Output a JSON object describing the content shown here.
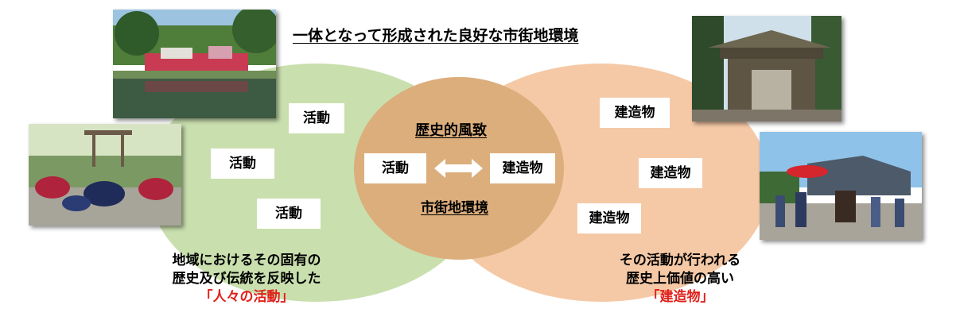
{
  "title": "一体となって形成された良好な市街地環境",
  "left_circle": {
    "color": "#c9dfae",
    "labels": [
      "活動",
      "活動",
      "活動"
    ],
    "caption": {
      "line1": "地域におけるその固有の",
      "line2": "歴史及び伝統を反映した",
      "line3": "「人々の活動」"
    }
  },
  "right_circle": {
    "color": "#f5c9a6",
    "labels": [
      "建造物",
      "建造物",
      "建造物"
    ],
    "caption": {
      "line1": "その活動が行われる",
      "line2": "歴史上価値の高い",
      "line3": "「建造物」"
    }
  },
  "center": {
    "color": "#dcae7c",
    "title": "歴史的風致",
    "left_label": "活動",
    "right_label": "建造物",
    "subtitle": "市街地環境"
  },
  "highlight_color": "#e0201a",
  "photos": {
    "top_left": "festival-pond-photo",
    "left": "festival-dance-photo",
    "top_right": "shrine-gate-photo",
    "right": "procession-photo"
  }
}
